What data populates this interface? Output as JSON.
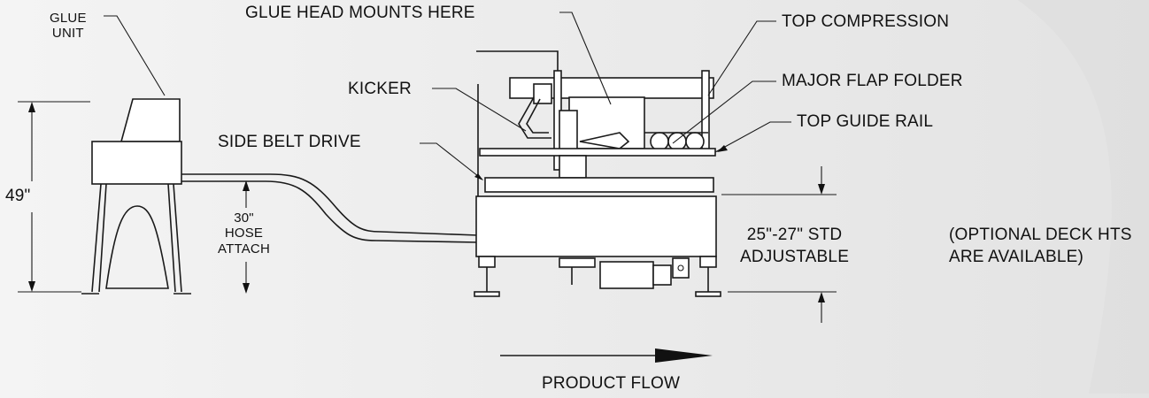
{
  "labels": {
    "glue_unit_line1": "GLUE",
    "glue_unit_line2": "UNIT",
    "glue_head": "GLUE HEAD MOUNTS HERE",
    "top_compression": "TOP COMPRESSION",
    "major_flap_folder": "MAJOR FLAP FOLDER",
    "kicker": "KICKER",
    "top_guide_rail": "TOP GUIDE RAIL",
    "side_belt_drive": "SIDE BELT DRIVE",
    "height_49": "49\"",
    "hose_attach_line1": "30\"",
    "hose_attach_line2": "HOSE",
    "hose_attach_line3": "ATTACH",
    "deck_height_line1": "25\"-27\" STD",
    "deck_height_line2": "ADJUSTABLE",
    "optional_line1": "(OPTIONAL DECK HTS",
    "optional_line2": "ARE AVAILABLE)",
    "product_flow": "PRODUCT FLOW"
  }
}
